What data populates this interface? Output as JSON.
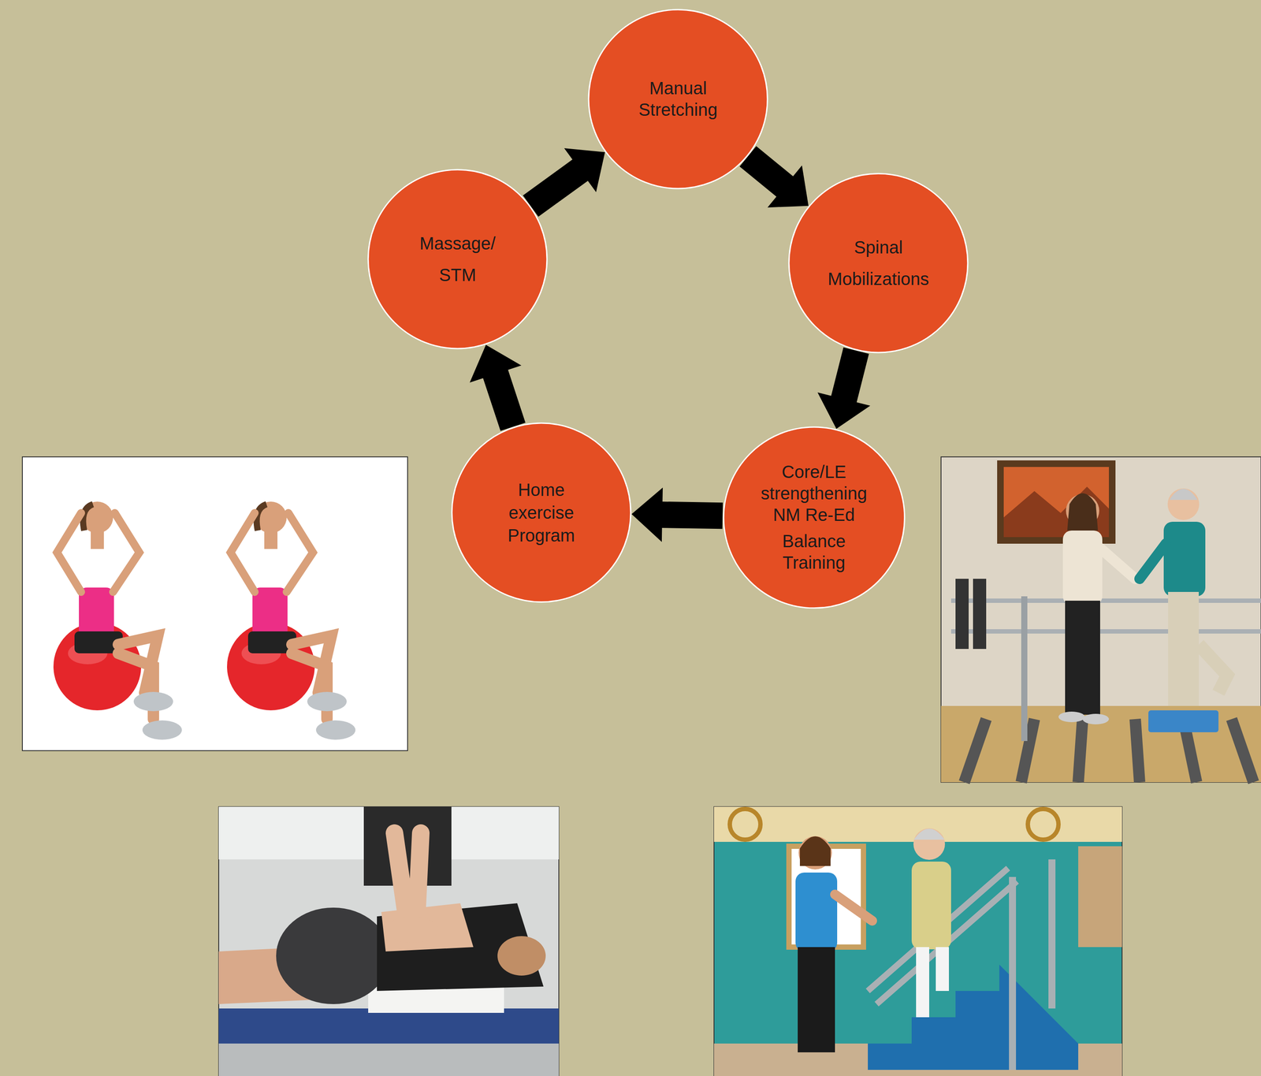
{
  "diagram": {
    "nodes": [
      {
        "text": [
          "Manual Stretching"
        ]
      },
      {
        "text": [
          "Spinal Mobilizations"
        ]
      },
      {
        "text": [
          "Core/LE strengthening NM Re-Ed",
          "Balance Training"
        ]
      },
      {
        "text": [
          "Home exercise Program"
        ]
      },
      {
        "text": [
          "Massage/ STM"
        ]
      }
    ],
    "edges": [
      {
        "from": 0,
        "to": 1,
        "arrow": "to"
      },
      {
        "from": 1,
        "to": 2,
        "arrow": "to"
      },
      {
        "from": 2,
        "to": 3,
        "arrow": "to"
      },
      {
        "from": 3,
        "to": 4,
        "arrow": "to"
      },
      {
        "from": 4,
        "to": 0,
        "arrow": "to"
      }
    ]
  }
}
